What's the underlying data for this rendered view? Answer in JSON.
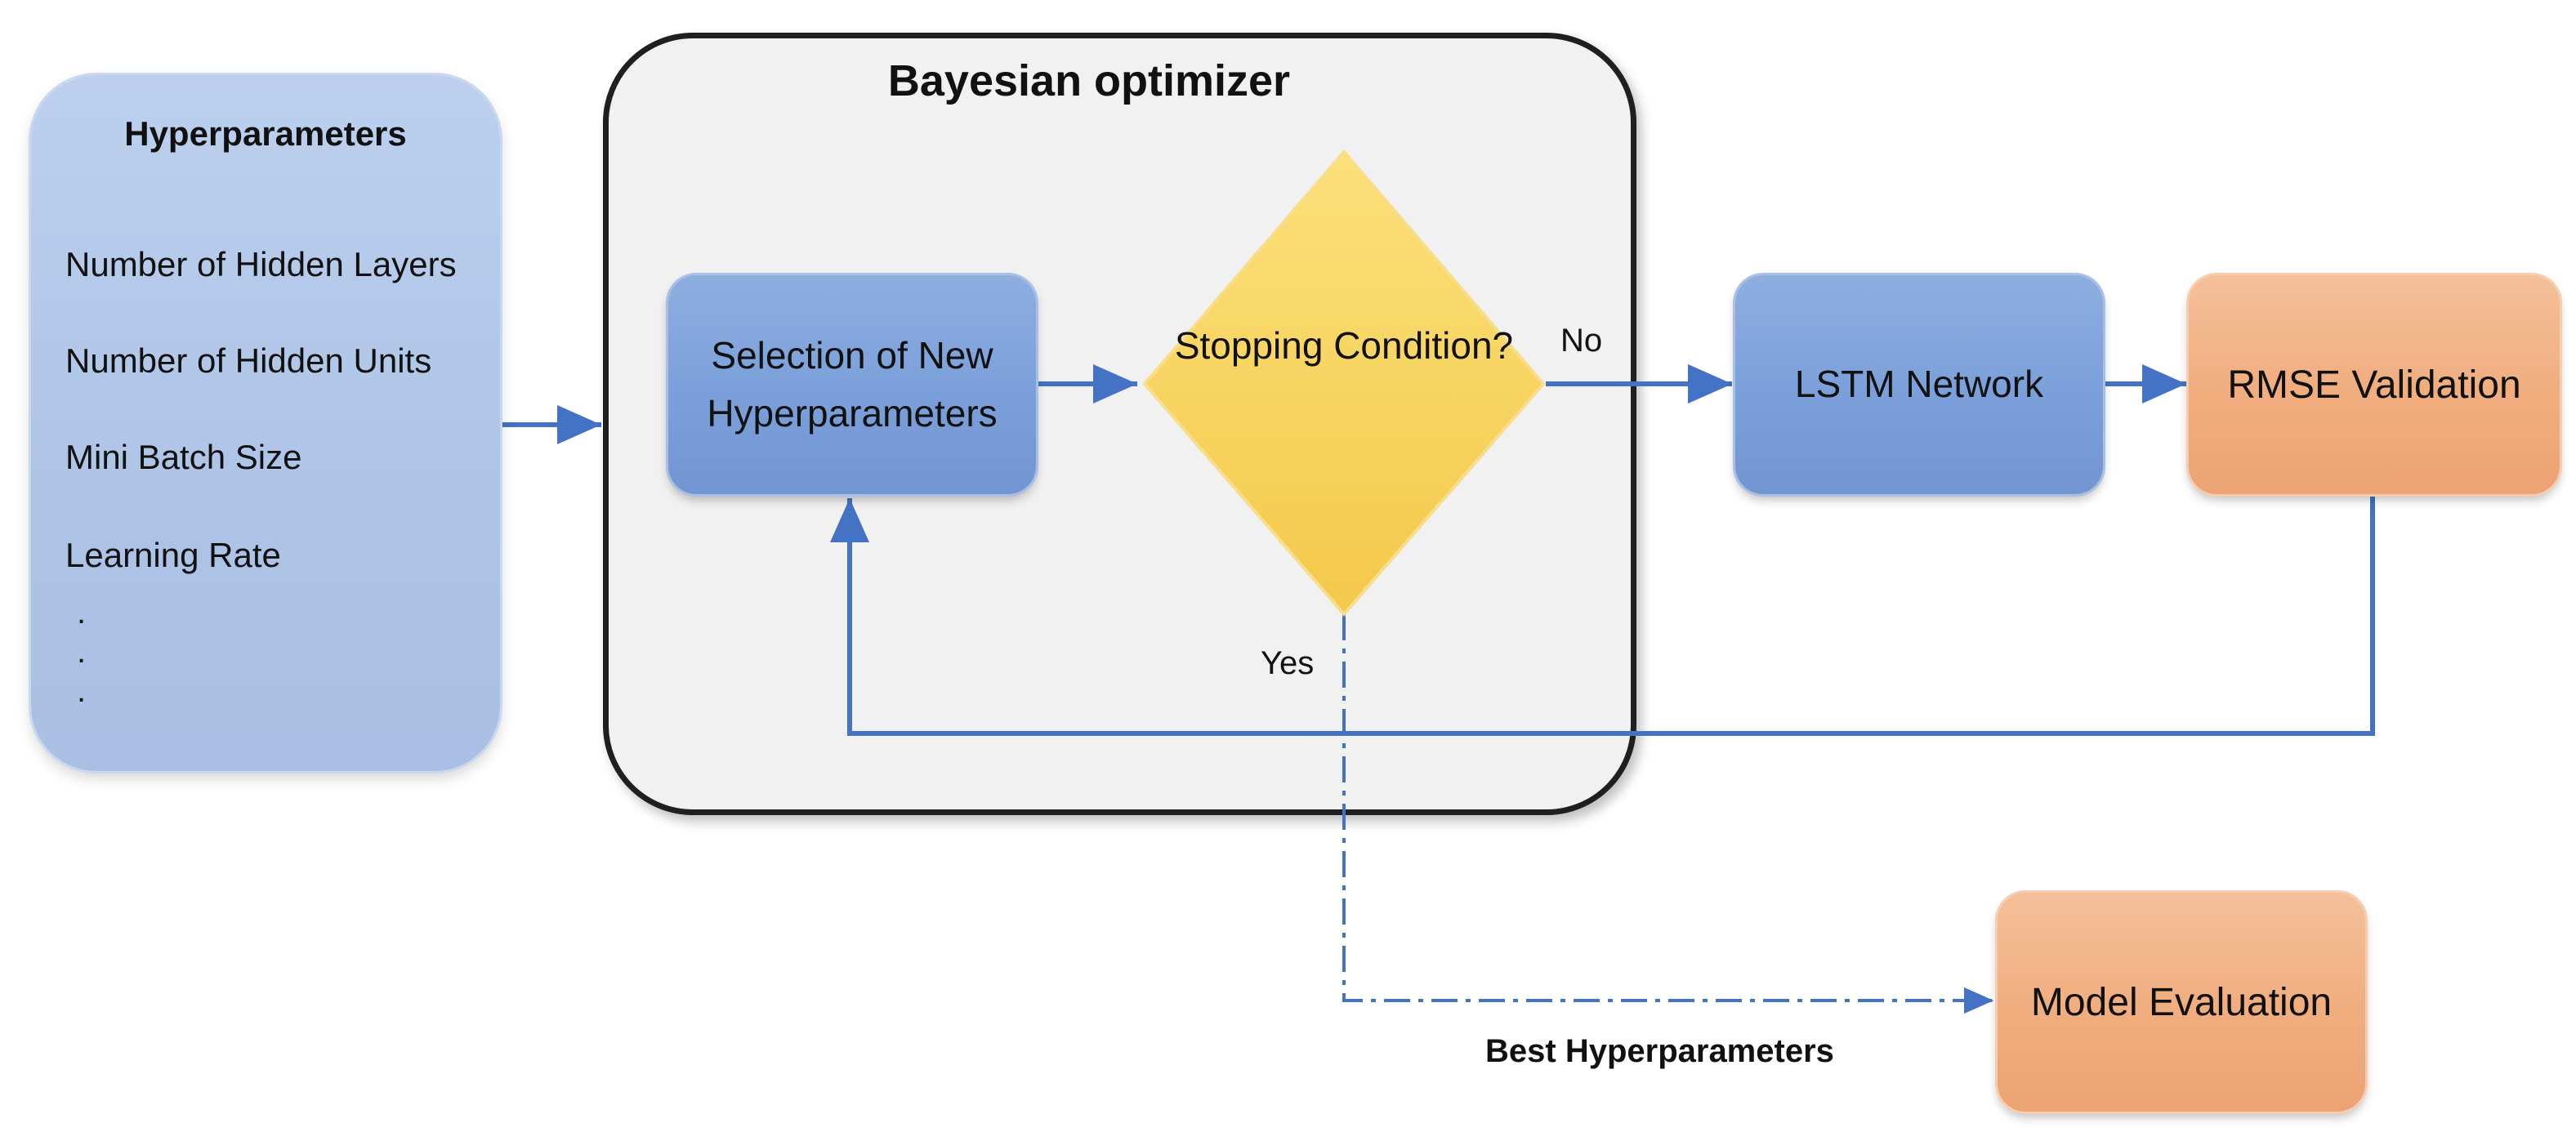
{
  "hyperparameters": {
    "title": "Hyperparameters",
    "items": [
      "Number of Hidden Layers",
      "Number of Hidden Units",
      "Mini Batch Size",
      "Learning Rate"
    ],
    "dots": [
      ".",
      ".",
      "."
    ]
  },
  "optimizer": {
    "title": "Bayesian optimizer",
    "selection_label": "Selection of New Hyperparameters",
    "stopping_label": "Stopping Condition?"
  },
  "lstm_label": "LSTM Network",
  "rmse_label": "RMSE Validation",
  "model_eval_label": "Model Evaluation",
  "edges": {
    "no": "No",
    "yes": "Yes",
    "best": "Best Hyperparameters"
  },
  "colors": {
    "blue_box": "#7a9fd9",
    "orange_box": "#f0ad7e",
    "diamond": "#f7cf4d",
    "connector": "#4472c4",
    "optimizer_fill": "#f1f1f1"
  }
}
